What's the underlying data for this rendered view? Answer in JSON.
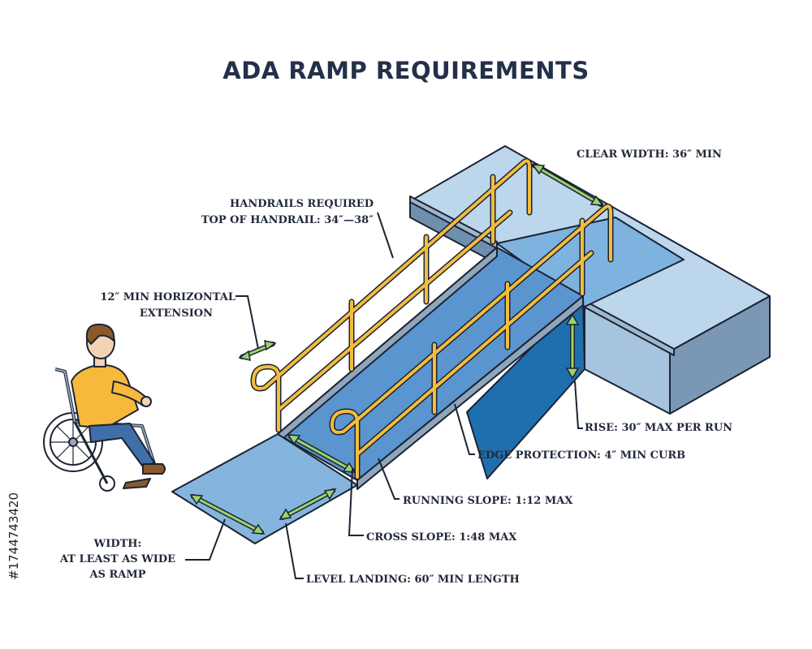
{
  "title": "ADA RAMP REQUIREMENTS",
  "labels": {
    "clear_width": "CLEAR WIDTH: 36″ MIN",
    "handrails_1": "HANDRAILS REQUIRED",
    "handrails_2": "TOP OF HANDRAIL: 34″—38″",
    "extension_1": "12″ MIN HORIZONTAL",
    "extension_2": "EXTENSION",
    "rise": "RISE: 30″ MAX PER RUN",
    "edge": "EDGE PROTECTION: 4″ MIN CURB",
    "running": "RUNNING SLOPE: 1:12 MAX",
    "cross": "CROSS SLOPE: 1:48 MAX",
    "width_1": "WIDTH:",
    "width_2": "AT LEAST AS WIDE",
    "width_3": "AS RAMP",
    "landing": "LEVEL LANDING: 60″ MIN LENGTH"
  },
  "side_id": "#1744743420",
  "colors": {
    "title": "#24304a",
    "rail": "#f2bd3e",
    "ramp": "#5b95cf",
    "platform": "#a9cbe6",
    "arrow": "#9bd36c",
    "outline": "#1c2333"
  }
}
